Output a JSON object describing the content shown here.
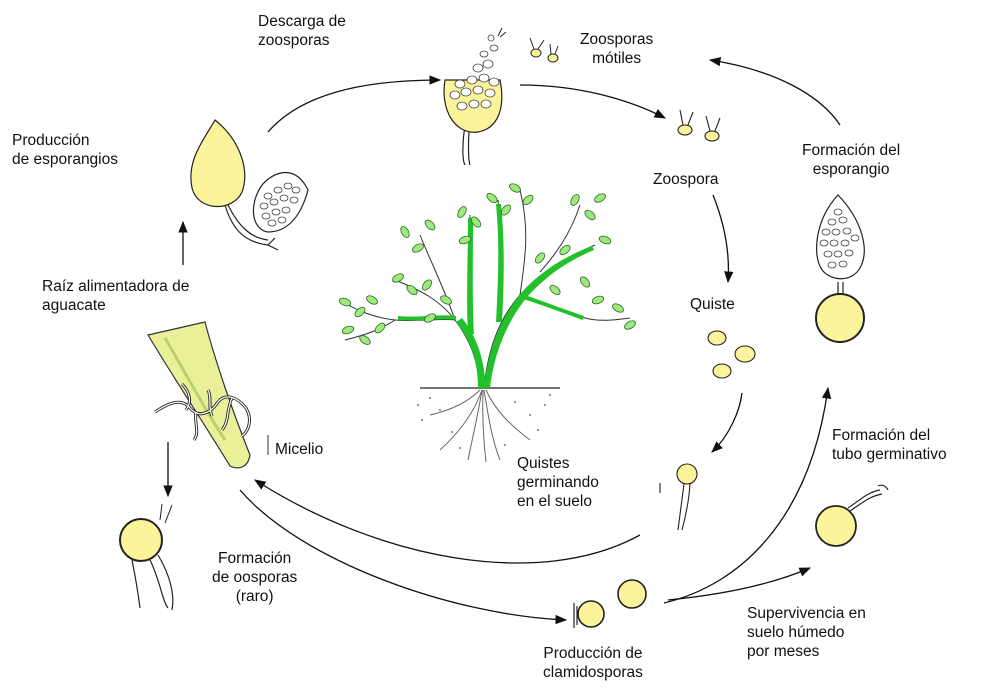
{
  "colors": {
    "spore_fill": "#fbf49a",
    "spore_stroke": "#333333",
    "leaf_fill": "#9ee87e",
    "trunk_fill": "#22c12b",
    "root_fill": "#eaf09a",
    "arrow": "#111111"
  },
  "labels": {
    "descarga": [
      "Descarga de",
      "zoosporas"
    ],
    "zoosporas_motiles": [
      "Zoosporas",
      "mótiles"
    ],
    "produccion_esporangios": [
      "Producción",
      "de esporangios"
    ],
    "formacion_esporangio": [
      "Formación del",
      "esporangio"
    ],
    "zoospora": [
      "Zoospora"
    ],
    "raiz": [
      "Raíz alimentadora de",
      "aguacate"
    ],
    "quiste": [
      "Quiste"
    ],
    "micelio": [
      "Micelio"
    ],
    "quistes_germinando": [
      "Quistes",
      "germinando",
      "en el suelo"
    ],
    "tubo_germinativo": [
      "Formación del",
      "tubo germinativo"
    ],
    "oosporas": [
      "Formación",
      "de oosporas",
      "(raro)"
    ],
    "supervivencia": [
      "Supervivencia en",
      "suelo húmedo",
      "por meses"
    ],
    "clamidosporas": [
      "Producción de",
      "clamidosporas"
    ]
  }
}
